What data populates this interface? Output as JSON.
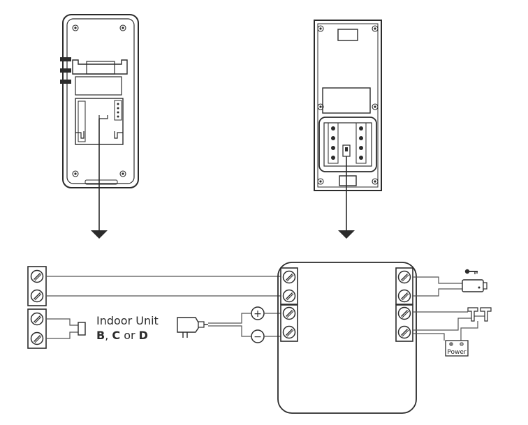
{
  "indoor_unit": {
    "title": "Indoor Unit",
    "models_line": {
      "b": "B",
      "sep1": ", ",
      "c": "C",
      "sep2": " or ",
      "d": "D"
    }
  },
  "power_label": "Power",
  "polarity": {
    "plus": "+",
    "minus": "−"
  },
  "colors": {
    "line": "#2b2b2b",
    "wire": "#555555"
  }
}
